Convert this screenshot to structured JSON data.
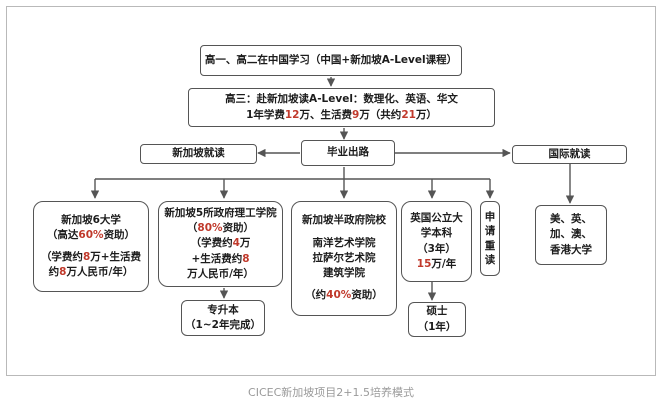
{
  "top_box": "高一、高二在中国学习（中国+新加坡A-Level课程）",
  "gaosan": {
    "line1": "高三：赴新加坡读A-Level：数理化、英语、华文",
    "line2_pre": "1年学费",
    "fee_num": "12",
    "line2_mid": "万、生活费",
    "living_num": "9",
    "line2_post": "万（共约",
    "total_num": "21",
    "line2_end": "万）"
  },
  "branches": {
    "singapore_study": "新加坡就读",
    "graduation": "毕业出路",
    "international_study": "国际就读"
  },
  "six_univ": {
    "title": "新加坡6大学",
    "sub_pre": "（高达",
    "sub_num": "60%",
    "sub_post": "资助）",
    "cost_a": "（学费约",
    "cost_fee": "8",
    "cost_b": "万+生活费",
    "cost_c": "约",
    "cost_living": "8",
    "cost_d": "万人民币/年）"
  },
  "poly": {
    "title": "新加坡5所政府理工学院",
    "sub_pre": "（",
    "sub_num": "80%",
    "sub_post": "资助）",
    "cost_a": "（学费约",
    "cost_fee": "4",
    "cost_b": "万",
    "cost_c": "+生活费约",
    "cost_living": "8",
    "cost_d": "万人民币/年）"
  },
  "upgrade": {
    "line1": "专升本",
    "line2": "（1~2年完成）"
  },
  "semi_gov": {
    "title": "新加坡半政府院校",
    "l1": "南洋艺术学院",
    "l2": "拉萨尔艺术院",
    "l3": "建筑学院",
    "sub_pre": "（约",
    "sub_num": "40%",
    "sub_post": "资助）"
  },
  "uk": {
    "l1": "英国公立大",
    "l2": "学本科",
    "l3": "（3年）",
    "fee_num": "15",
    "fee_post": "万/年"
  },
  "master": {
    "line1": "硕士",
    "line2": "（1年）"
  },
  "reapply": {
    "c1": "申",
    "c2": "请",
    "c3": "重",
    "c4": "读"
  },
  "intl_univ": {
    "l1": "美、英、",
    "l2": "加、澳、",
    "l3": "香港大学"
  },
  "caption": "CICEC新加坡项目2+1.5培养模式"
}
